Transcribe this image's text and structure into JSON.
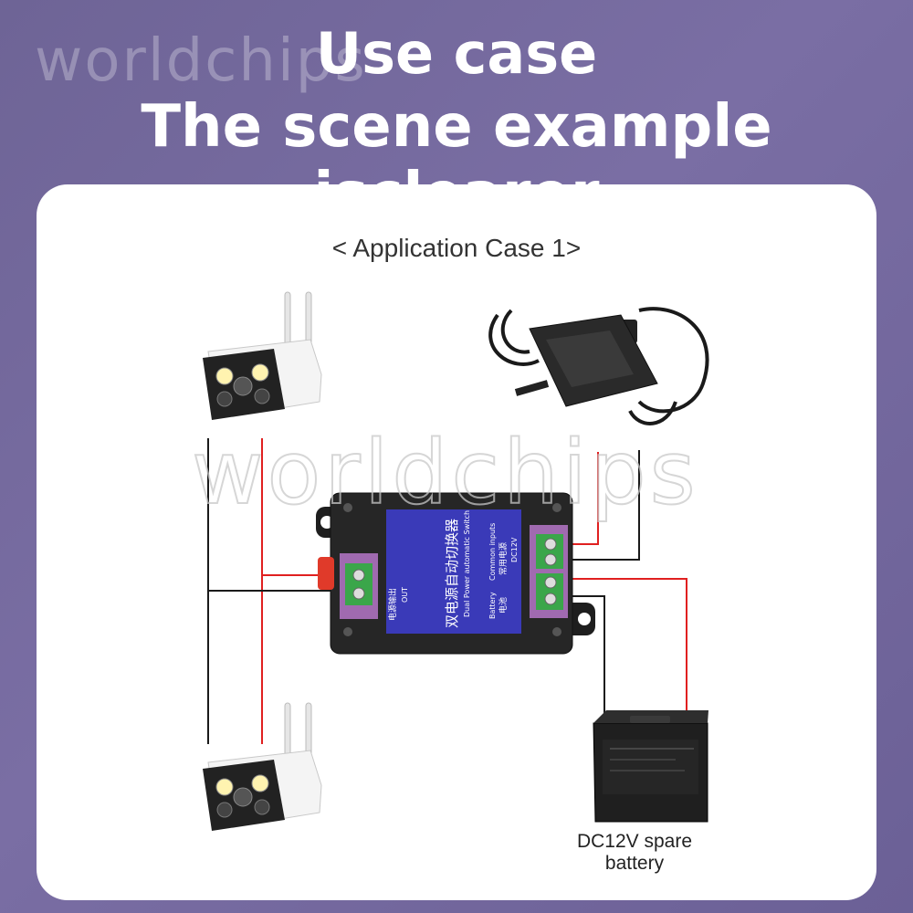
{
  "watermark": "worldchips",
  "title_line1": "Use case",
  "title_line2": "The scene example isclearer",
  "case_label": "< Application Case 1>",
  "battery_label": "DC12V spare battery",
  "switch": {
    "name_cn": "双电源自动切换器",
    "name_en": "Dual Power automatic Switch",
    "out_label_cn": "电源输出",
    "out_label_en": "OUT",
    "common_label_en": "Common inputs",
    "common_label_cn": "常用电源",
    "dc_label": "DC12V",
    "battery_label_en": "Battery",
    "battery_label_cn": "电池"
  },
  "colors": {
    "wire_positive": "#e02020",
    "wire_negative": "#1a1a1a",
    "switch_panel": "#3a3ab8",
    "terminal_green": "#3aa64a",
    "terminal_purple": "#a06ab0"
  },
  "icons": [
    "camera-icon",
    "power-adapter-icon",
    "battery-icon",
    "dual-power-switch-icon"
  ]
}
